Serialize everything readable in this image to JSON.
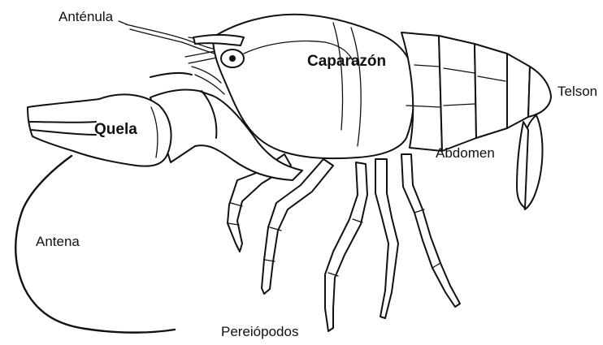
{
  "labels": {
    "antenula": "Anténula",
    "caparazon": "Caparazón",
    "quela": "Quela",
    "telson": "Telson",
    "abdomen": "Abdomen",
    "antena": "Antena",
    "pereiopodos": "Pereiópodos"
  },
  "icons": {
    "crayfish": "crayfish-line-drawing"
  },
  "colors": {
    "line": "#111111",
    "background": "#ffffff"
  }
}
